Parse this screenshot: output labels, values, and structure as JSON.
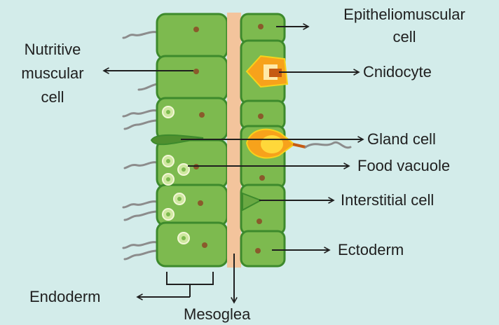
{
  "colors": {
    "background": "#d3ecea",
    "cell_fill": "#7dba4f",
    "cell_outline": "#3d8a2c",
    "mesoglea": "#f3c49c",
    "nucleus": "#8a5a2b",
    "cnidocyte": "#f7a21b",
    "gland_cell": "#ffd83a",
    "flagella": "#8c8c8c",
    "arrow": "#1f1f1f"
  },
  "labels": {
    "epitheliomuscular_line1": "Epitheliomuscular",
    "epitheliomuscular_line2": "cell",
    "nutritive_line1": "Nutritive",
    "nutritive_line2": "muscular",
    "nutritive_line3": "cell",
    "cnidocyte": "Cnidocyte",
    "gland_cell": "Gland cell",
    "food_vacuole": "Food vacuole",
    "interstitial_cell": "Interstitial cell",
    "ectoderm": "Ectoderm",
    "endoderm": "Endoderm",
    "mesoglea": "Mesoglea"
  },
  "icons": {
    "cnidocyte": "cnidocyte-capsule-icon",
    "gland_cell": "gland-cell-icon",
    "food_vacuole": "food-vacuole-icon",
    "flagellum": "flagellum-icon",
    "arrow": "arrow-icon"
  }
}
